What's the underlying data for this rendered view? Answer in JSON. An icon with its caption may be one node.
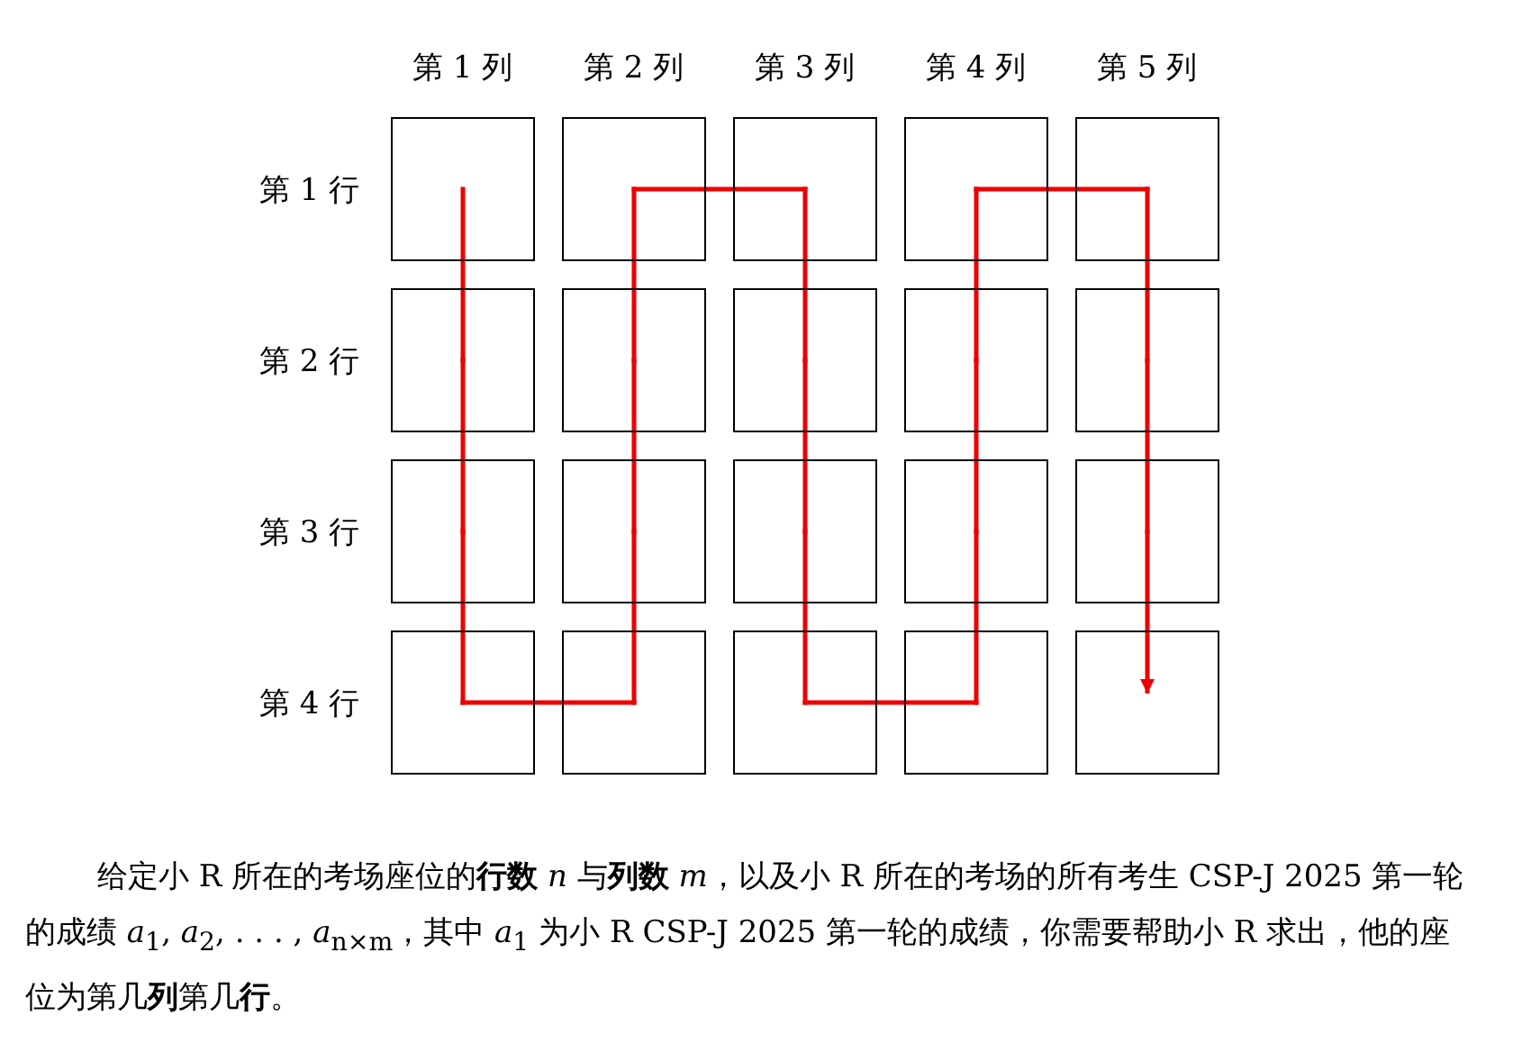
{
  "diagram": {
    "caption": "给定小 R 所在的考场座位的**行数** *n* 与**列数** *m*，以及小 R 所在的考场的所有考生 CSP-J 2025 第一轮的成绩 *a*$_{1}$, *a*$_{2}$, . . . , *a*$_{n×m}$，其中 *a*$_{1}$ 为小 R CSP-J 2025 第一轮的成绩，你需要帮助小 R 求出，他的座位为第几**列**第几**行**。",
    "nodes": [
      {
        "text": [],
        "shape": "box"
      },
      {
        "text": [],
        "shape": "box"
      },
      {
        "text": [],
        "shape": "box"
      },
      {
        "text": [],
        "shape": "box"
      },
      {
        "text": [],
        "shape": "box"
      },
      {
        "text": [],
        "shape": "box"
      },
      {
        "text": [],
        "shape": "box"
      },
      {
        "text": [],
        "shape": "box"
      },
      {
        "text": [],
        "shape": "box"
      },
      {
        "text": [],
        "shape": "box"
      },
      {
        "text": [],
        "shape": "box"
      },
      {
        "text": [],
        "shape": "box"
      },
      {
        "text": [],
        "shape": "box"
      },
      {
        "text": [],
        "shape": "box"
      },
      {
        "text": [],
        "shape": "box"
      },
      {
        "text": [],
        "shape": "box"
      },
      {
        "text": [],
        "shape": "box"
      },
      {
        "text": [],
        "shape": "box"
      },
      {
        "text": [],
        "shape": "box"
      },
      {
        "text": [],
        "shape": "box"
      }
    ],
    "edges": [
      {
        "from": 0,
        "to": 5,
        "arrow": "none",
        "color": "#ee0000"
      },
      {
        "from": 5,
        "to": 10,
        "arrow": "none",
        "color": "#ee0000"
      },
      {
        "from": 10,
        "to": 15,
        "arrow": "none",
        "color": "#ee0000"
      },
      {
        "from": 15,
        "to": 16,
        "arrow": "none",
        "color": "#ee0000"
      },
      {
        "from": 16,
        "to": 11,
        "arrow": "none",
        "color": "#ee0000"
      },
      {
        "from": 11,
        "to": 6,
        "arrow": "none",
        "color": "#ee0000"
      },
      {
        "from": 6,
        "to": 1,
        "arrow": "none",
        "color": "#ee0000"
      },
      {
        "from": 1,
        "to": 2,
        "arrow": "none",
        "color": "#ee0000"
      },
      {
        "from": 2,
        "to": 7,
        "arrow": "none",
        "color": "#ee0000"
      },
      {
        "from": 7,
        "to": 12,
        "arrow": "none",
        "color": "#ee0000"
      },
      {
        "from": 12,
        "to": 17,
        "arrow": "none",
        "color": "#ee0000"
      },
      {
        "from": 17,
        "to": 18,
        "arrow": "none",
        "color": "#ee0000"
      },
      {
        "from": 18,
        "to": 13,
        "arrow": "none",
        "color": "#ee0000"
      },
      {
        "from": 13,
        "to": 8,
        "arrow": "none",
        "color": "#ee0000"
      },
      {
        "from": 8,
        "to": 3,
        "arrow": "none",
        "color": "#ee0000"
      },
      {
        "from": 3,
        "to": 4,
        "arrow": "none",
        "color": "#ee0000"
      },
      {
        "from": 4,
        "to": 9,
        "arrow": "none",
        "color": "#ee0000"
      },
      {
        "from": 9,
        "to": 14,
        "arrow": "none",
        "color": "#ee0000"
      },
      {
        "from": 14,
        "to": 19,
        "arrow": "to",
        "color": "#ee0000"
      }
    ],
    "labels": [
      "第 1 列",
      "第 2 列",
      "第 3 列",
      "第 4 列",
      "第 5 列",
      "第 1 行",
      "第 2 行",
      "第 3 行",
      "第 4 行"
    ]
  }
}
